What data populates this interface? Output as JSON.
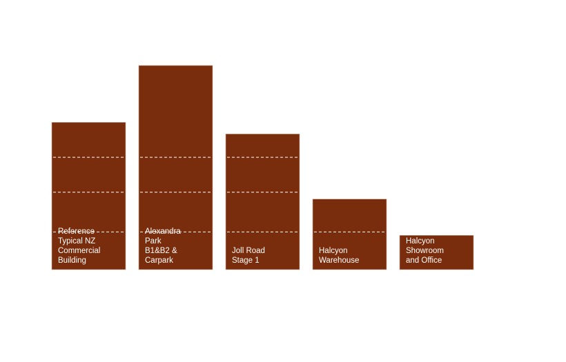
{
  "chart_data": {
    "type": "bar",
    "categories": [
      [
        "Reference",
        "Typical NZ",
        "Commercial",
        "Building"
      ],
      [
        "Alexandra",
        "Park",
        "B1&B2 &",
        "Carpark"
      ],
      [
        "Joll Road",
        "Stage 1"
      ],
      [
        "Halcyon",
        "Warehouse"
      ],
      [
        "Halcyon",
        "Showroom",
        "and Office"
      ]
    ],
    "values": [
      215,
      298,
      198,
      103,
      50
    ],
    "ylim": [
      0,
      300
    ],
    "reference_lines": [
      55,
      113,
      164
    ],
    "grid": false,
    "bar_color": "#7a2d0c",
    "line_color": "#ffffff"
  }
}
